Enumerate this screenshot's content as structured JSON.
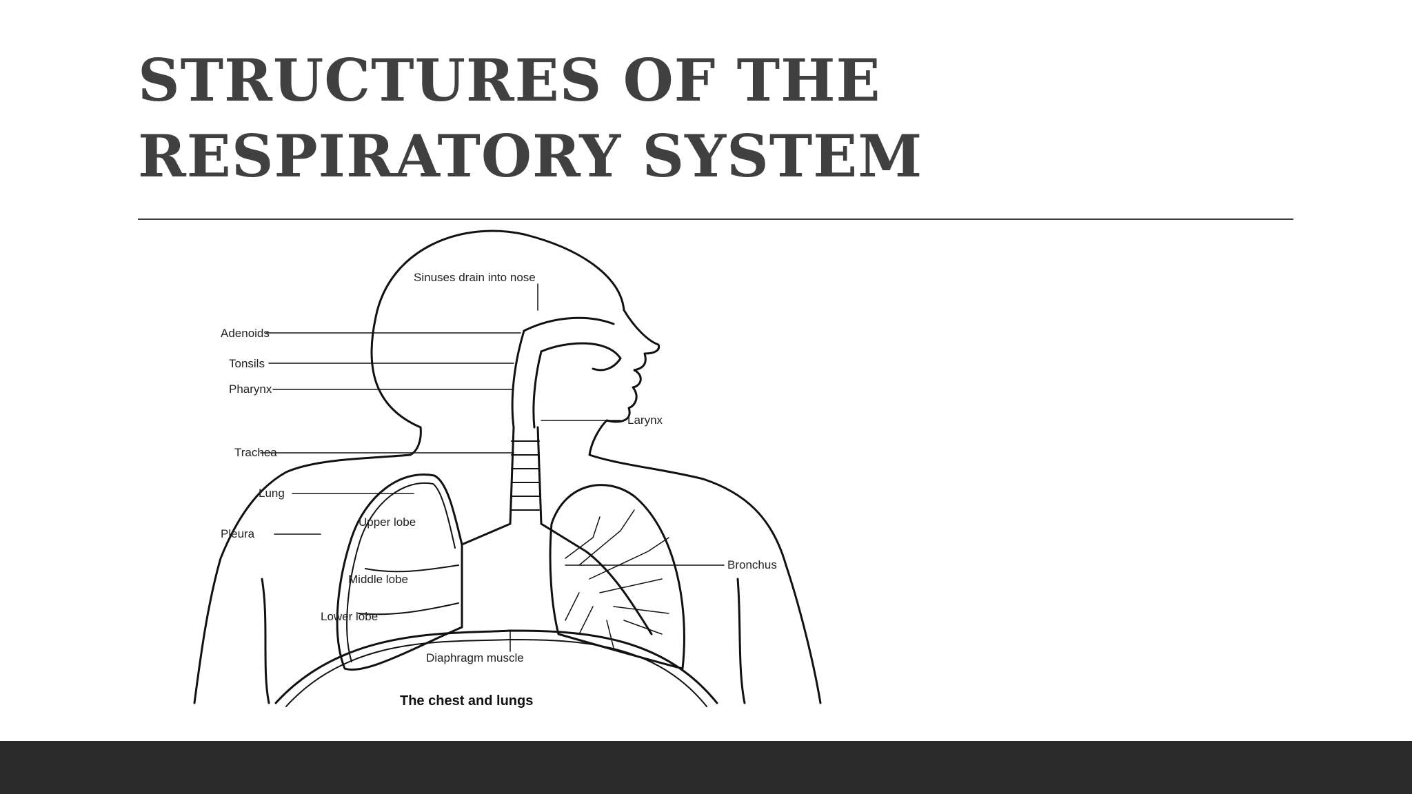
{
  "slide": {
    "title_line1": "STRUCTURES OF THE",
    "title_line2": "RESPIRATORY SYSTEM"
  },
  "diagram": {
    "caption": "The chest and lungs",
    "labels": {
      "sinuses": "Sinuses drain into nose",
      "adenoids": "Adenoids",
      "tonsils": "Tonsils",
      "pharynx": "Pharynx",
      "larynx": "Larynx",
      "trachea": "Trachea",
      "lung": "Lung",
      "upper_lobe": "Upper lobe",
      "pleura": "Pleura",
      "middle_lobe": "Middle lobe",
      "lower_lobe": "Lower lobe",
      "bronchus": "Bronchus",
      "diaphragm": "Diaphragm muscle"
    }
  },
  "colors": {
    "title": "#404040",
    "footer": "#2b2b2b",
    "background": "#ffffff"
  }
}
